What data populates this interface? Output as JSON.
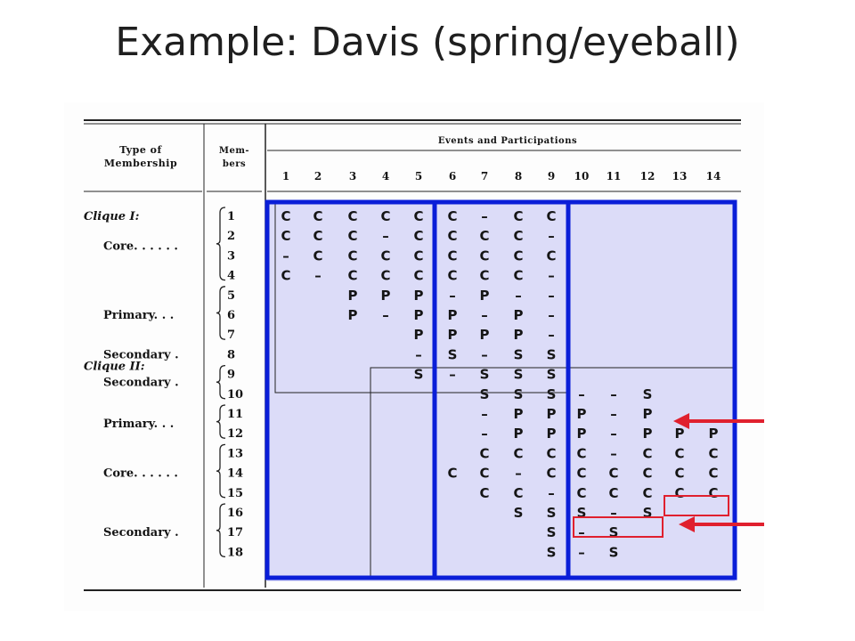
{
  "slide": {
    "title": "Example: Davis (spring/eyeball)"
  },
  "table": {
    "header_type": [
      "Type of",
      "Membership"
    ],
    "header_members": [
      "Mem-",
      "bers"
    ],
    "header_events": "Events and Participations",
    "event_numbers": [
      "1",
      "2",
      "3",
      "4",
      "5",
      "6",
      "7",
      "8",
      "9",
      "10",
      "11",
      "12",
      "13",
      "14"
    ],
    "groups": [
      {
        "label": "Clique I:",
        "row": 0,
        "italic": true
      },
      {
        "label": "Core. . . . . .",
        "row": 1.5
      },
      {
        "label": "Primary. . .",
        "row": 5
      },
      {
        "label": "Secondary .",
        "row": 7
      },
      {
        "label": "Clique II:",
        "row": 7.6,
        "italic": true
      },
      {
        "label": "Secondary .",
        "row": 8.4
      },
      {
        "label": "Primary. . .",
        "row": 10.5
      },
      {
        "label": "Core. . . . . .",
        "row": 13
      },
      {
        "label": "Secondary .",
        "row": 16
      }
    ],
    "members": [
      "1",
      "2",
      "3",
      "4",
      "5",
      "6",
      "7",
      "8",
      "9",
      "10",
      "11",
      "12",
      "13",
      "14",
      "15",
      "16",
      "17",
      "18"
    ],
    "rows": [
      [
        "C",
        "C",
        "C",
        "C",
        "C",
        "C",
        "–",
        "C",
        "C",
        "",
        "",
        "",
        "",
        ""
      ],
      [
        "C",
        "C",
        "C",
        "–",
        "C",
        "C",
        "C",
        "C",
        "–",
        "",
        "",
        "",
        "",
        ""
      ],
      [
        "–",
        "C",
        "C",
        "C",
        "C",
        "C",
        "C",
        "C",
        "C",
        "",
        "",
        "",
        "",
        ""
      ],
      [
        "C",
        "–",
        "C",
        "C",
        "C",
        "C",
        "C",
        "C",
        "–",
        "",
        "",
        "",
        "",
        ""
      ],
      [
        "",
        "",
        "P",
        "P",
        "P",
        "–",
        "P",
        "–",
        "–",
        "",
        "",
        "",
        "",
        ""
      ],
      [
        "",
        "",
        "P",
        "–",
        "P",
        "P",
        "–",
        "P",
        "–",
        "",
        "",
        "",
        "",
        ""
      ],
      [
        "",
        "",
        "",
        "",
        "P",
        "P",
        "P",
        "P",
        "–",
        "",
        "",
        "",
        "",
        ""
      ],
      [
        "",
        "",
        "",
        "",
        "–",
        "S",
        "–",
        "S",
        "S",
        "",
        "",
        "",
        "",
        ""
      ],
      [
        "",
        "",
        "",
        "",
        "S",
        "–",
        "S",
        "S",
        "S",
        "",
        "",
        "",
        "",
        ""
      ],
      [
        "",
        "",
        "",
        "",
        "",
        "",
        "S",
        "S",
        "S",
        "–",
        "–",
        "S",
        "",
        ""
      ],
      [
        "",
        "",
        "",
        "",
        "",
        "",
        "–",
        "P",
        "P",
        "P",
        "–",
        "P",
        "",
        ""
      ],
      [
        "",
        "",
        "",
        "",
        "",
        "",
        "–",
        "P",
        "P",
        "P",
        "–",
        "P",
        "P",
        "P"
      ],
      [
        "",
        "",
        "",
        "",
        "",
        "",
        "C",
        "C",
        "C",
        "C",
        "–",
        "C",
        "C",
        "C"
      ],
      [
        "",
        "",
        "",
        "",
        "",
        "C",
        "C",
        "–",
        "C",
        "C",
        "C",
        "C",
        "C",
        "C"
      ],
      [
        "",
        "",
        "",
        "",
        "",
        "",
        "C",
        "C",
        "–",
        "C",
        "C",
        "C",
        "C",
        "C"
      ],
      [
        "",
        "",
        "",
        "",
        "",
        "",
        "",
        "S",
        "S",
        "S",
        "–",
        "S",
        "",
        ""
      ],
      [
        "",
        "",
        "",
        "",
        "",
        "",
        "",
        "",
        "S",
        "–",
        "S",
        "",
        "",
        ""
      ],
      [
        "",
        "",
        "",
        "",
        "",
        "",
        "",
        "",
        "S",
        "–",
        "S",
        "",
        "",
        ""
      ]
    ]
  },
  "colors": {
    "highlight_box": "#0a1ed8",
    "annotation": "#e0202e",
    "shade": "#dcdcf8"
  }
}
